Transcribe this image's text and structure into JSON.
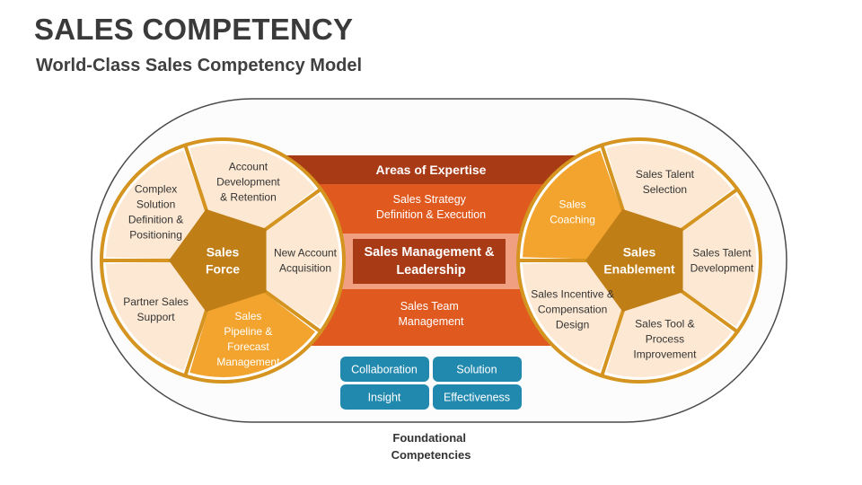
{
  "header": {
    "title": "SALES COMPETENCY",
    "subtitle": "World-Class Sales Competency Model"
  },
  "left_wheel": {
    "center": [
      "Sales",
      "Force"
    ],
    "segments": [
      [
        "New Account",
        "Acquisition"
      ],
      [
        "Sales",
        "Pipeline &",
        "Forecast",
        "Management"
      ],
      [
        "Partner Sales",
        "Support"
      ],
      [
        "Complex",
        "Solution",
        "Definition &",
        "Positioning"
      ],
      [
        "Account",
        "Development",
        "& Retention"
      ]
    ]
  },
  "right_wheel": {
    "center": [
      "Sales",
      "Enablement"
    ],
    "segments": [
      [
        "Sales Talent",
        "Selection"
      ],
      [
        "Sales Talent",
        "Development"
      ],
      [
        "Sales Tool &",
        "Process",
        "Improvement"
      ],
      [
        "Sales Incentive &",
        "Compensation",
        "Design"
      ],
      [
        "Sales",
        "Coaching"
      ]
    ]
  },
  "expertise": {
    "heading": "Areas of Expertise",
    "top": [
      "Sales Strategy",
      "Definition & Execution"
    ],
    "center": [
      "Sales Management &",
      "Leadership"
    ],
    "bottom": [
      "Sales Team",
      "Management"
    ]
  },
  "foundational": {
    "tiles": [
      "Collaboration",
      "Solution",
      "Insight",
      "Effectiveness"
    ],
    "label": [
      "Foundational",
      "Competencies"
    ]
  },
  "colors": {
    "gold": "#d4941f",
    "gold_dark": "#c07e17",
    "cream": "#fde9d3",
    "orange_highlight": "#f2a42e",
    "dark_red": "#a93a16",
    "orange_band": "#e05a20",
    "salmon_border": "#f0a080",
    "teal": "#2289ae"
  }
}
